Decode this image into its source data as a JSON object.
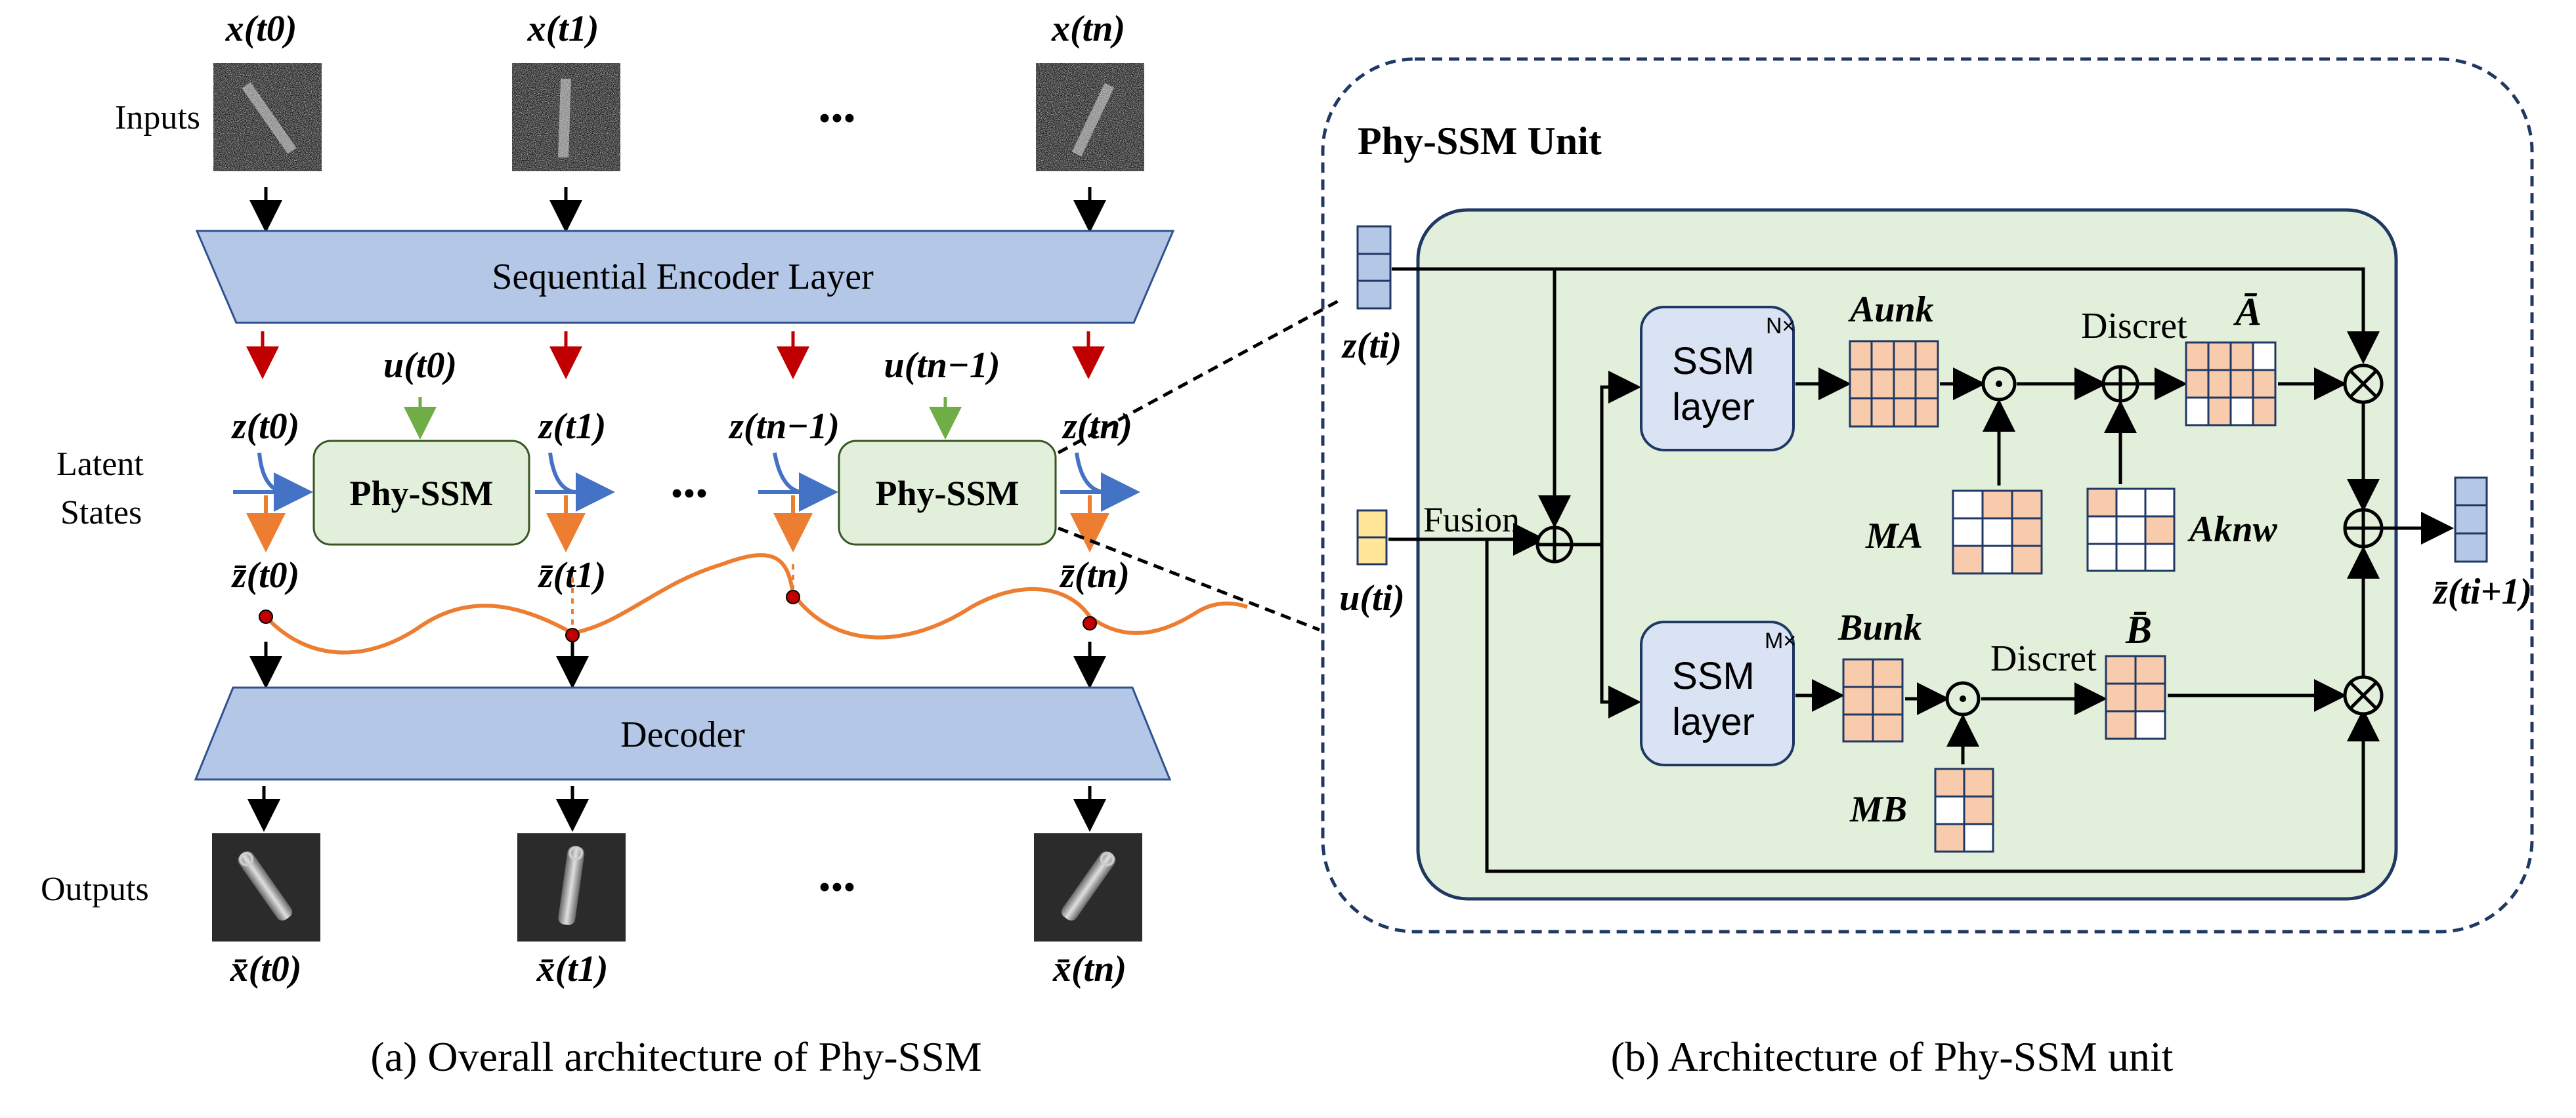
{
  "left_panel": {
    "row_labels": {
      "inputs": "Inputs",
      "latent_line1": "Latent",
      "latent_line2": "States",
      "outputs": "Outputs"
    },
    "input_labels": [
      "x(t0)",
      "x(t1)",
      "x(tn)"
    ],
    "ellipsis": "•••",
    "encoder_label": "Sequential Encoder Layer",
    "control_labels": [
      "u(t0)",
      "u(tn−1)"
    ],
    "latent_labels": [
      "z(t0)",
      "z(t1)",
      "z(tn−1)",
      "z(tn)"
    ],
    "block_label": "Phy-SSM",
    "latent_bar_labels": [
      "z̄(t0)",
      "z̄(t1)",
      "z̄(tn)"
    ],
    "decoder_label": "Decoder",
    "output_labels": [
      "x̄(t0)",
      "x̄(t1)",
      "x̄(tn)"
    ]
  },
  "right_panel": {
    "title": "Phy-SSM Unit",
    "z_in": "z(ti)",
    "u_in": "u(ti)",
    "fusion": "Fusion",
    "ssm_top": {
      "line1": "SSM",
      "line2": "layer",
      "badge": "N×"
    },
    "ssm_bottom": {
      "line1": "SSM",
      "line2": "layer",
      "badge": "M×"
    },
    "a_unk": "Aunk",
    "b_unk": "Bunk",
    "m_a": "MA",
    "m_b": "MB",
    "a_knw": "Aknw",
    "discret_a": "Discret",
    "discret_b": "Discret",
    "a_bar": "Ā",
    "b_bar": "B̄",
    "z_out": "z̄(ti+1)"
  },
  "captions": {
    "left": "(a) Overall architecture of Phy-SSM",
    "right": "(b) Architecture of Phy-SSM unit"
  },
  "colors": {
    "trapezoid": "#b4c7e7",
    "phy_ssm_block": "#e2efda",
    "ssm_layer": "#dae3f3",
    "cell_filled": "#f8cbad",
    "z_vector": "#b4c7e7",
    "u_vector": "#ffe699",
    "arrow_red": "#c00000",
    "arrow_green": "#70ad47",
    "arrow_blue": "#4472c4",
    "arrow_orange": "#ed7d31",
    "dashed_border": "#203864"
  }
}
